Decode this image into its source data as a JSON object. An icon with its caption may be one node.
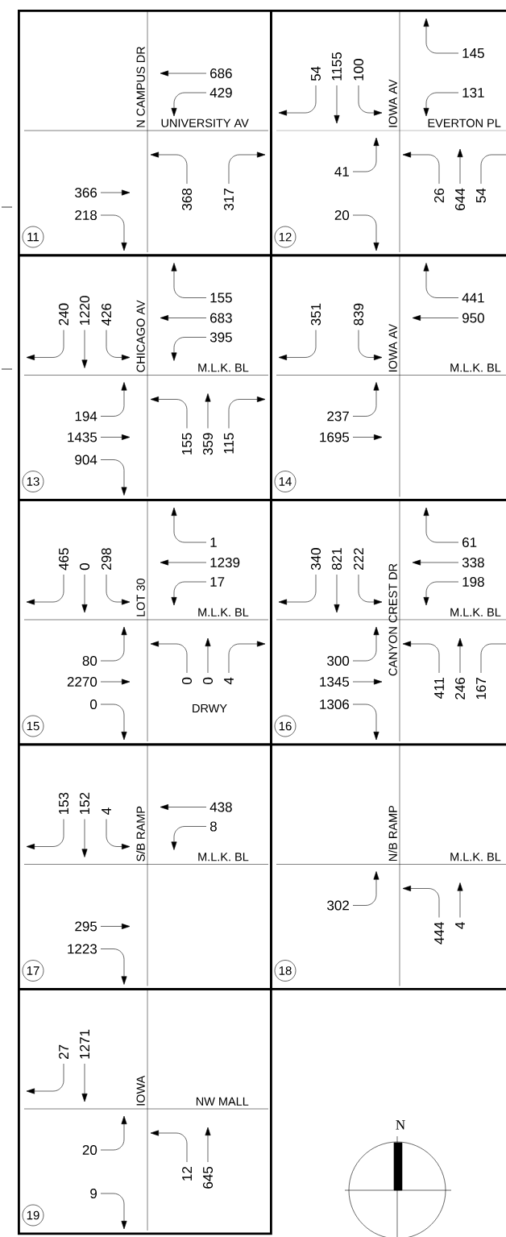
{
  "diagram": {
    "nodes": [
      {
        "text": [],
        "shape": "box"
      },
      {
        "text": [
          "11"
        ],
        "in": 0
      },
      {
        "text": [],
        "shape": "box"
      },
      {
        "text": [
          "12"
        ],
        "in": 2
      },
      {
        "text": [],
        "shape": "box"
      },
      {
        "text": [
          "13"
        ],
        "in": 4
      },
      {
        "text": [],
        "shape": "box"
      },
      {
        "text": [
          "14"
        ],
        "in": 6
      },
      {
        "text": [],
        "shape": "box"
      },
      {
        "text": [
          "15"
        ],
        "in": 8
      },
      {
        "text": [],
        "shape": "box"
      },
      {
        "text": [
          "16"
        ],
        "in": 10
      },
      {
        "text": [],
        "shape": "box"
      },
      {
        "text": [
          "17"
        ],
        "in": 12
      },
      {
        "text": [],
        "shape": "box"
      },
      {
        "text": [
          "18"
        ],
        "in": 14
      },
      {
        "text": [],
        "shape": "box"
      },
      {
        "text": [
          "19"
        ],
        "in": 16
      }
    ],
    "labels": [
      "N CAMPUS DR",
      "686",
      "429",
      "UNIVERSITY AV",
      "366",
      "218",
      "368",
      "317",
      "54",
      "1155",
      "100",
      "IOWA AV",
      "145",
      "131",
      "EVERTON PL",
      "41",
      "20",
      "26",
      "644",
      "54",
      "240",
      "1220",
      "426",
      "CHICAGO AV",
      "155",
      "683",
      "395",
      "M.L.K. BL",
      "194",
      "1435",
      "904",
      "155",
      "359",
      "115",
      "351",
      "839",
      "IOWA AV",
      "441",
      "950",
      "M.L.K. BL",
      "237",
      "1695",
      "465",
      "0",
      "298",
      "LOT 30",
      "1",
      "1239",
      "17",
      "M.L.K. BL",
      "80",
      "2270",
      "0",
      "0",
      "0",
      "4",
      "DRWY",
      "340",
      "821",
      "222",
      "CANYON CREST DR",
      "61",
      "338",
      "198",
      "M.L.K. BL",
      "300",
      "1345",
      "1306",
      "411",
      "246",
      "167",
      "153",
      "152",
      "4",
      "S/B RAMP",
      "438",
      "8",
      "M.L.K. BL",
      "295",
      "1223",
      "N/B RAMP",
      "M.L.K. BL",
      "302",
      "444",
      "4",
      "27",
      "1271",
      "IOWA",
      "NW MALL",
      "20",
      "9",
      "12",
      "645",
      "N"
    ]
  }
}
